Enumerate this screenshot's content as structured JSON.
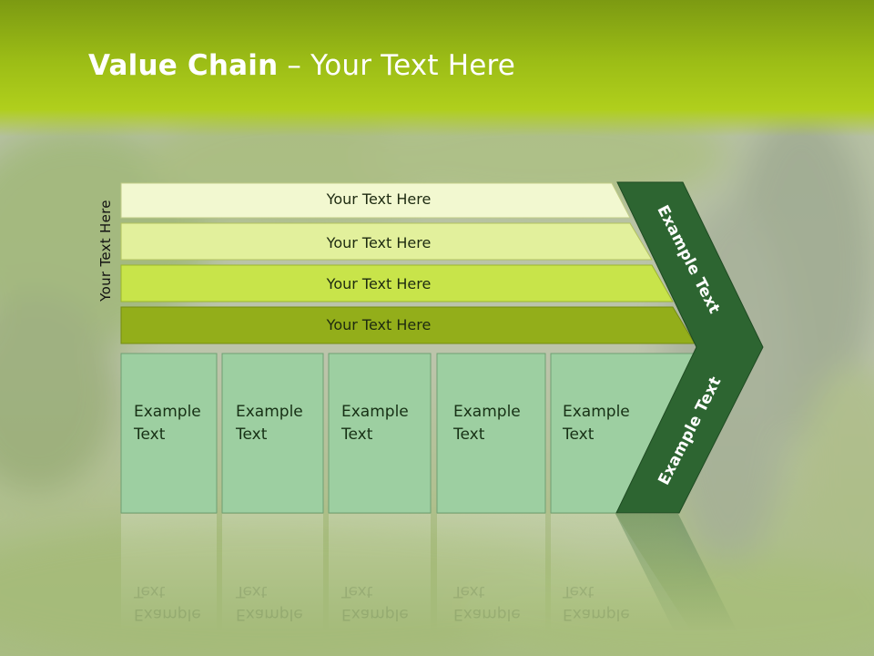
{
  "slide": {
    "title_bold": "Value Chain",
    "title_rest": " – Your Text Here",
    "vertical_label": "Your Text Here"
  },
  "bands": [
    {
      "label": "Your Text Here"
    },
    {
      "label": "Your Text Here"
    },
    {
      "label": "Your Text Here"
    },
    {
      "label": "Your Text Here"
    }
  ],
  "boxes": [
    {
      "line1": "Example",
      "line2": "Text"
    },
    {
      "line1": "Example",
      "line2": "Text"
    },
    {
      "line1": "Example",
      "line2": "Text"
    },
    {
      "line1": "Example",
      "line2": "Text"
    },
    {
      "line1": "Example",
      "line2": "Text"
    }
  ],
  "arrow": {
    "upper_label": "Example Text",
    "lower_label": "Example Text"
  },
  "colors": {
    "header": "#9cbd16",
    "band_1": "#f2f8d0",
    "band_2": "#e2f09c",
    "band_3": "#c8e44a",
    "band_4": "#93ae1a",
    "box_fill": "#9dcfa1",
    "arrow_fill": "#2d6531"
  }
}
